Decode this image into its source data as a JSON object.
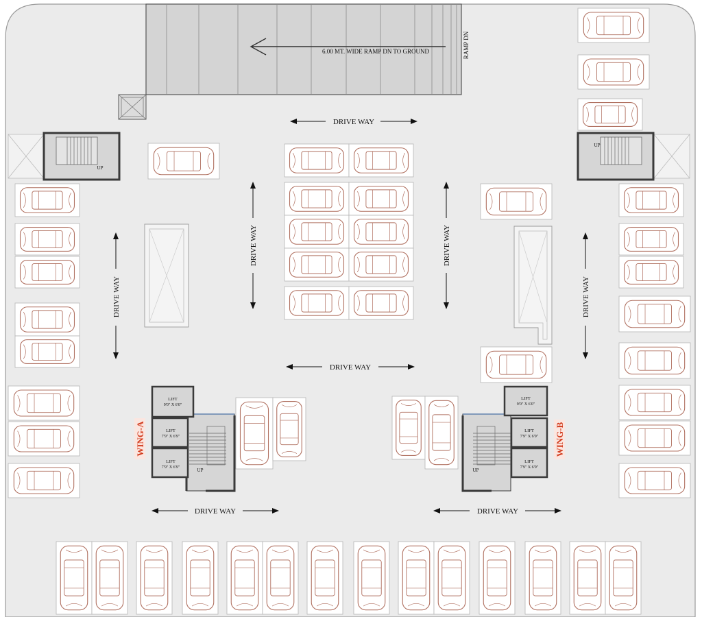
{
  "ramp": {
    "label": "6.00 MT. WIDE RAMP DN TO GROUND",
    "side_label": "RAMP DN"
  },
  "drive_way": "DRIVE WAY",
  "stair_up": "UP",
  "lift": {
    "label": "LIFT",
    "size_large": "9'0\" X 6'0\"",
    "size_small": "7'9\" X 6'9\""
  },
  "wings": {
    "a": "WING-A",
    "b": "WING-B"
  },
  "colors": {
    "floor": "#ebebeb",
    "outline": "#9a9a9a",
    "bay": "#ffffff",
    "car": "#b07060",
    "wall": "#3a3a3a",
    "core": "#d6d6d6",
    "ramp": "#d4d4d4",
    "wing_text": "#d23c1e",
    "wing_bg": "#fbe6e0"
  }
}
